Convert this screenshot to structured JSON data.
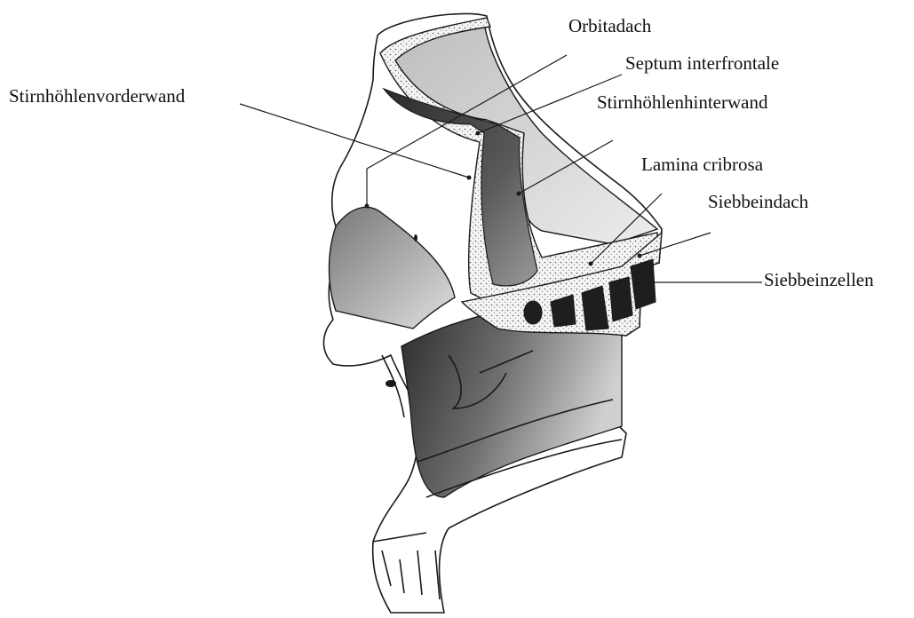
{
  "labels": {
    "orbitadach": "Orbitadach",
    "septum_interfrontale": "Septum interfrontale",
    "stirnhoehlenvorderwand": "Stirnhöhlenvorderwand",
    "stirnhoehlenhinterwand": "Stirnhöhlenhinterwand",
    "lamina_cribrosa": "Lamina cribrosa",
    "siebbeindach": "Siebbeindach",
    "siebbeinzellen": "Siebbeinzellen"
  },
  "colors": {
    "line": "#1a1a1a",
    "background": "#ffffff"
  }
}
